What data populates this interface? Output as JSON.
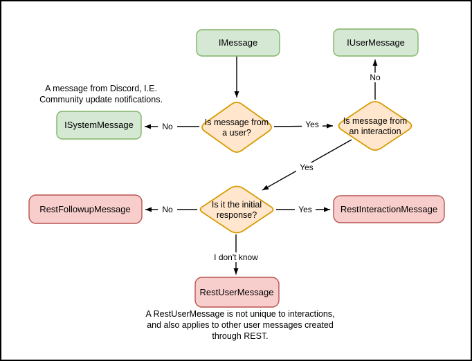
{
  "nodes": {
    "imessage": {
      "label": "IMessage"
    },
    "iuser": {
      "label": "IUserMessage"
    },
    "isystem": {
      "label": "ISystemMessage"
    },
    "followup": {
      "label": "RestFollowupMessage"
    },
    "interaction": {
      "label": "RestInteractionMessage"
    },
    "restuser": {
      "label": "RestUserMessage"
    }
  },
  "decisions": {
    "from_user": {
      "line1": "Is message from",
      "line2": "a user?"
    },
    "from_interaction": {
      "line1": "Is message from",
      "line2": "an interaction"
    },
    "initial_response": {
      "line1": "Is it the initial",
      "line2": "response?"
    }
  },
  "edge_labels": {
    "user_no": "No",
    "user_yes": "Yes",
    "interaction_no": "No",
    "interaction_yes": "Yes",
    "initial_no": "No",
    "initial_yes": "Yes",
    "initial_unknown": "I don't know"
  },
  "notes": {
    "system_note": {
      "line1": "A message from Discord, I.E.",
      "line2": "Community update notifications."
    },
    "rest_note": {
      "line1": "A RestUserMessage is not unique to interactions,",
      "line2": "and also applies to other user messages created",
      "line3": "through REST."
    }
  },
  "colors": {
    "interface_fill": "#d5e8d4",
    "interface_stroke": "#82b366",
    "decision_fill": "#ffe6cc",
    "decision_stroke": "#d79b00",
    "rest_fill": "#f8cecc",
    "rest_stroke": "#b85450",
    "edge": "#000000",
    "background": "#ffffff",
    "frame_border": "#000000"
  }
}
